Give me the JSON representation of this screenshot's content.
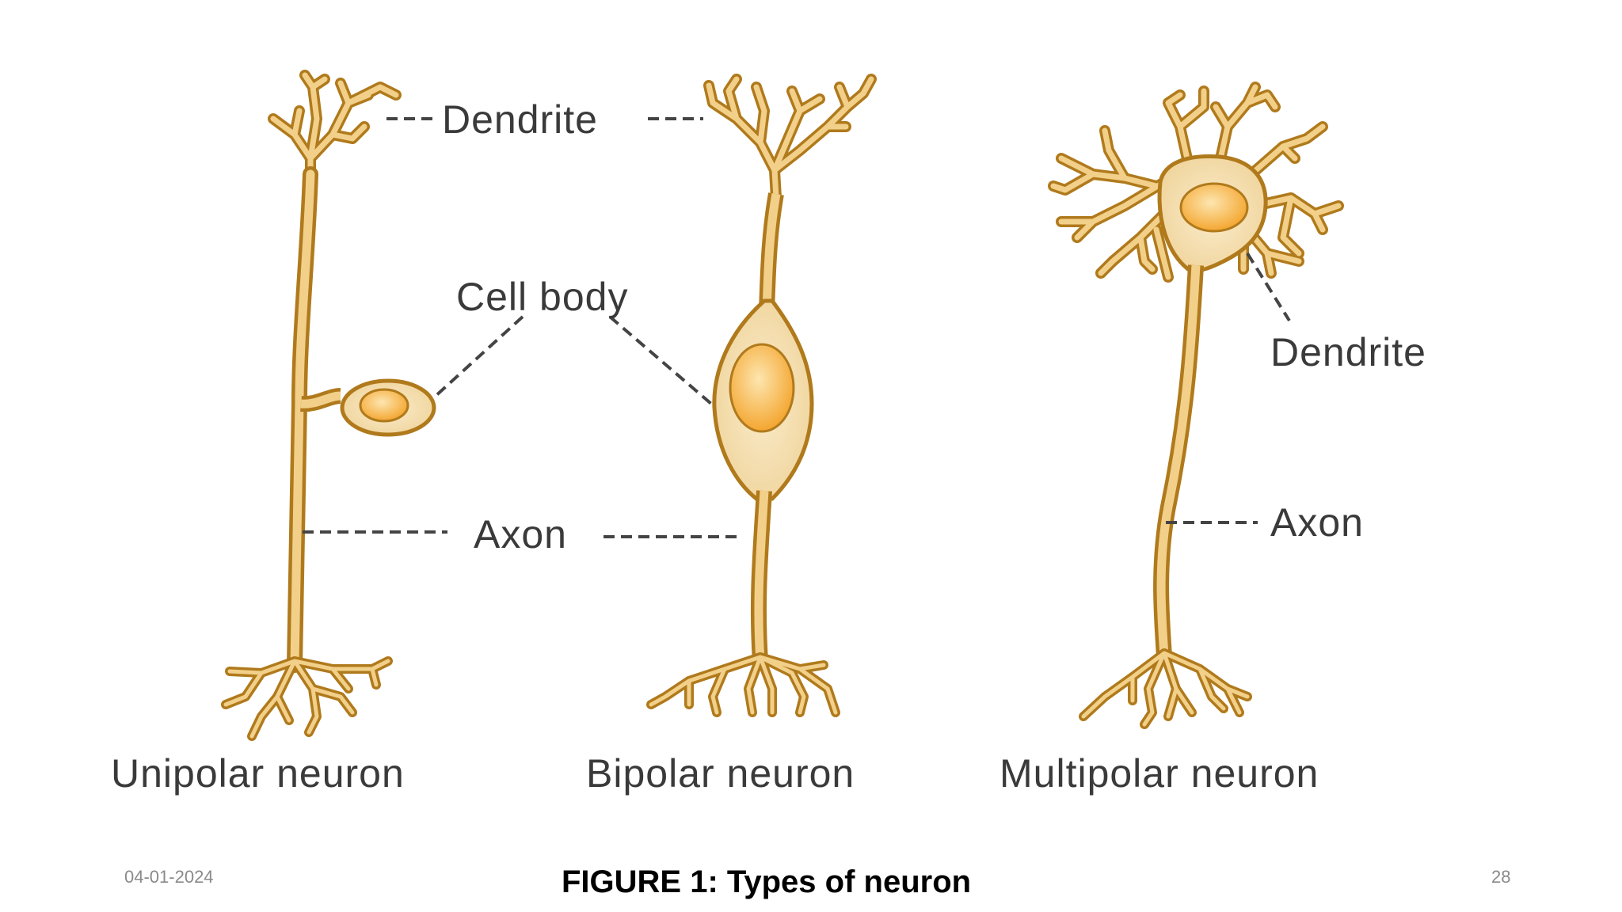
{
  "diagram": {
    "labels": {
      "dendrite_top": "Dendrite",
      "cell_body": "Cell body",
      "axon_center": "Axon",
      "dendrite_right": "Dendrite",
      "axon_right": "Axon"
    },
    "captions": {
      "unipolar": "Unipolar neuron",
      "bipolar": "Bipolar neuron",
      "multipolar": "Multipolar neuron"
    },
    "colors": {
      "neuron_outline": "#b07a1c",
      "neuron_fill": "#f2d08a",
      "cell_fill": "#f6e2b4",
      "nucleus": "#f4a630",
      "leader": "#444444"
    }
  },
  "slide": {
    "date": "04-01-2024",
    "title": "FIGURE 1: Types of neuron",
    "page_number": "28"
  }
}
